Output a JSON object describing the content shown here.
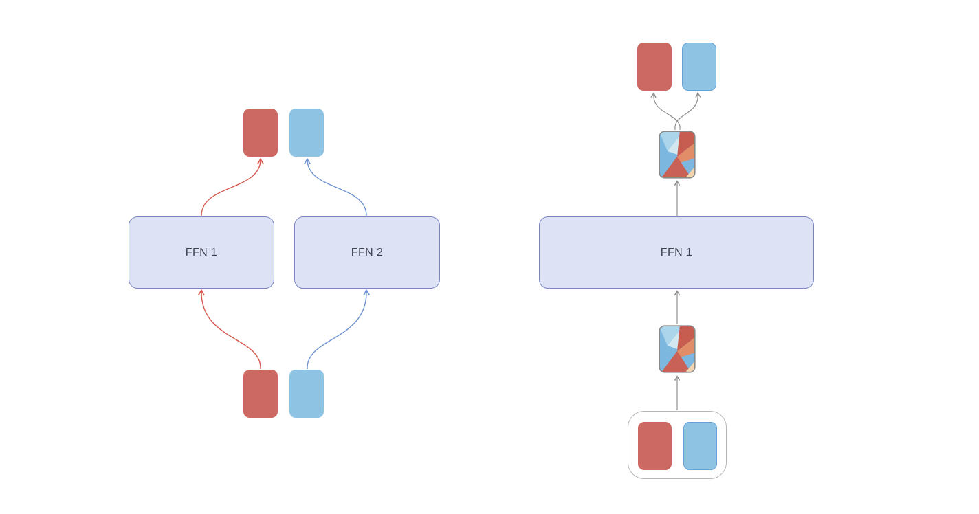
{
  "diagram": {
    "background": "#ffffff",
    "left": {
      "ffn1_label": "FFN 1",
      "ffn2_label": "FFN 2",
      "output_tokens": [
        "red",
        "blue"
      ],
      "input_tokens": [
        "red",
        "blue"
      ]
    },
    "right": {
      "ffn_label": "FFN 1",
      "output_tokens": [
        "red",
        "blue"
      ],
      "batched_input_tokens": [
        "red",
        "blue"
      ]
    },
    "colors": {
      "token_red": "#cd6963",
      "token_blue": "#8fc3e4",
      "token_blue_border": "#66a2d8",
      "ffn_fill": "#dde3f5",
      "ffn_border": "#7b85c1",
      "ffn_text": "#3d4250",
      "arrow_red": "#d65a4e",
      "arrow_blue": "#6e93d1",
      "arrow_gray": "#8f8f8f",
      "group_border": "#b7b7b7",
      "mosaic_blue": "#7cb7e0",
      "mosaic_light_blue": "#abd5ea",
      "mosaic_pale_blue": "#d3e7f1",
      "mosaic_red": "#c75c51",
      "mosaic_salmon": "#e18d67",
      "mosaic_bottom_red": "#c96156",
      "mosaic_cream": "#f2d4ae"
    }
  }
}
